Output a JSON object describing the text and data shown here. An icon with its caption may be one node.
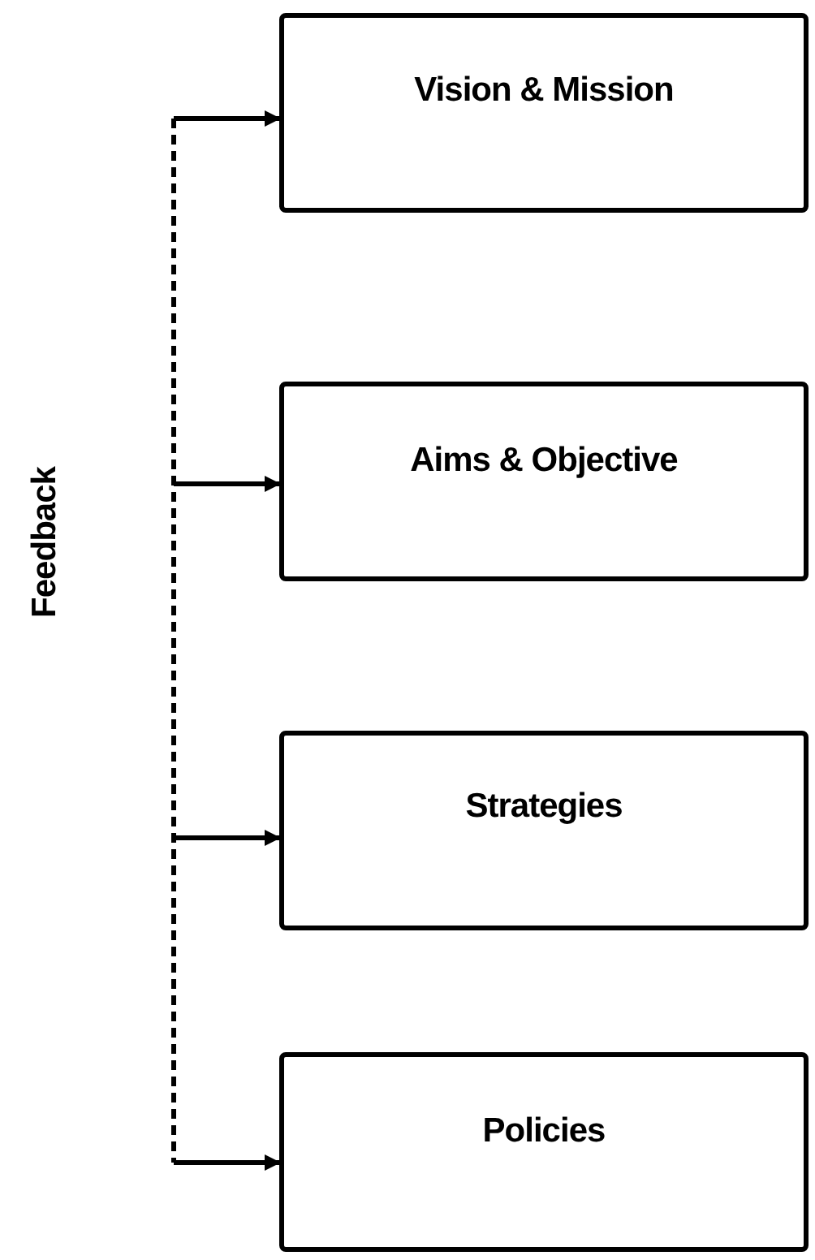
{
  "diagram": {
    "nodes": [
      {
        "text": [
          "Vision & Mission"
        ]
      },
      {
        "text": [
          "Aims & Objective"
        ]
      },
      {
        "text": [
          "Strategies"
        ]
      },
      {
        "text": [
          "Policies"
        ]
      }
    ],
    "edges": [
      {
        "from": null,
        "to": 0,
        "arrow": "to"
      },
      {
        "from": null,
        "to": 1,
        "arrow": "to"
      },
      {
        "from": null,
        "to": 2,
        "arrow": "to"
      },
      {
        "from": null,
        "to": 3,
        "arrow": "to"
      }
    ],
    "labels": [
      "Feedback"
    ]
  }
}
